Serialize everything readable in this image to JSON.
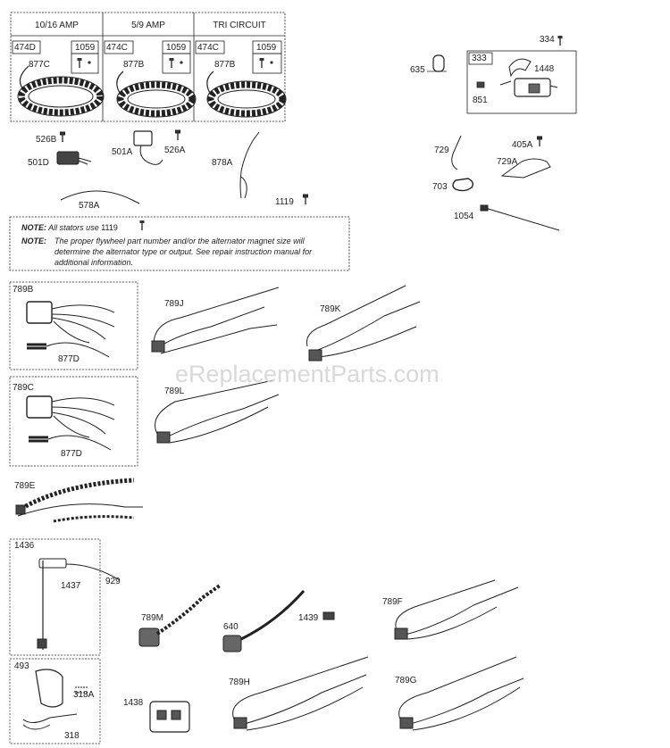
{
  "stator_headers": [
    "10/16 AMP",
    "5/9 AMP",
    "TRI CIRCUIT"
  ],
  "parts": {
    "p474D": "474D",
    "p1059a": "1059",
    "p877C": "877C",
    "p474C_a": "474C",
    "p1059b": "1059",
    "p877B_a": "877B",
    "p474C_b": "474C",
    "p1059c": "1059",
    "p877B_b": "877B",
    "p334": "334",
    "p333": "333",
    "p635": "635",
    "p1448": "1448",
    "p851": "851",
    "p526B": "526B",
    "p501D": "501D",
    "p501A": "501A",
    "p526A": "526A",
    "p878A": "878A",
    "p578A": "578A",
    "p1119": "1119",
    "p729": "729",
    "p405A": "405A",
    "p729A": "729A",
    "p703": "703",
    "p1054": "1054",
    "p789B": "789B",
    "p877D_a": "877D",
    "p789J": "789J",
    "p789K": "789K",
    "p789C": "789C",
    "p877D_b": "877D",
    "p789L": "789L",
    "p789E": "789E",
    "p1436": "1436",
    "p1437": "1437",
    "p929": "929",
    "p789M": "789M",
    "p640": "640",
    "p1439": "1439",
    "p789F": "789F",
    "p493": "493",
    "p318A": "318A",
    "p318": "318",
    "p1438": "1438",
    "p789H": "789H",
    "p789G": "789G"
  },
  "note": {
    "line1_label": "NOTE:",
    "line1_text": "All stators use",
    "line1_part": "1119",
    "line2_label": "NOTE:",
    "line2_text": "The proper flywheel part number and/or the alternator magnet size will determine the alternator type or output. See repair instruction manual for additional information."
  },
  "watermark": "eReplacementParts.com"
}
